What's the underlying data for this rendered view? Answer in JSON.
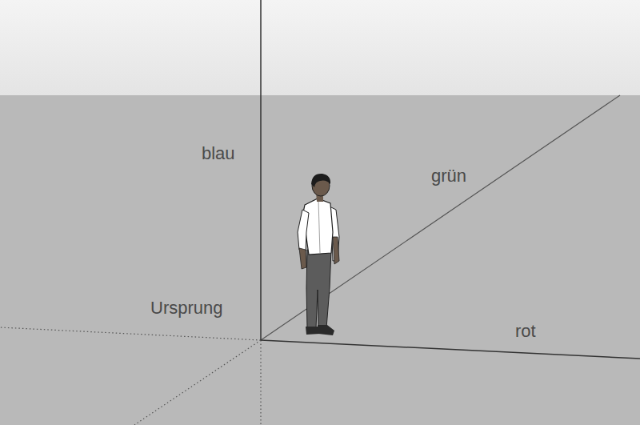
{
  "diagram": {
    "labels": [
      "blau",
      "grün",
      "Ursprung",
      "rot"
    ]
  }
}
